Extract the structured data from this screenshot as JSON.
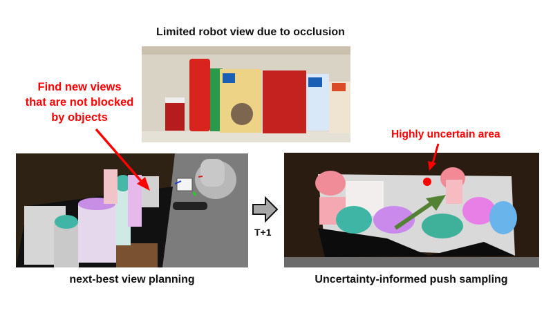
{
  "title": "Limited robot view due to occlusion",
  "annotation_left": [
    "Find new views",
    "that are not blocked",
    "by objects"
  ],
  "annotation_right": "Highly uncertain area",
  "step_label": "T+1",
  "captions": {
    "left": "next-best view planning",
    "right": "Uncertainty-informed push sampling"
  },
  "colors": {
    "annotation": "#ff0000",
    "push_arrow": "#548235"
  }
}
